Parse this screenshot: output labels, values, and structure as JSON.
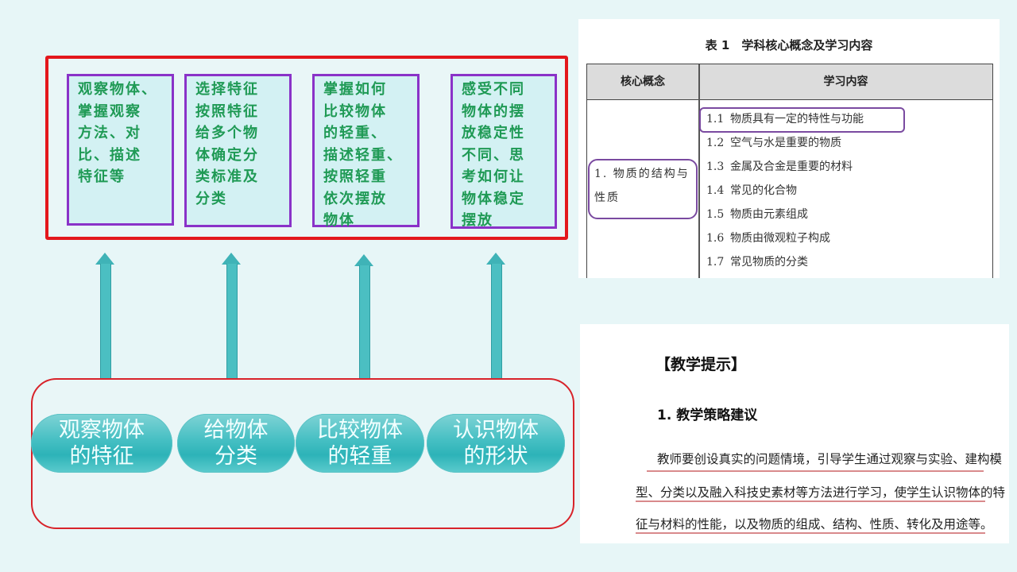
{
  "goals": [
    {
      "text": "观察物体、\n掌握观察\n方法、对\n比、描述\n特征等"
    },
    {
      "text": "选择特征\n按照特征\n给多个物\n体确定分\n类标准及\n分类"
    },
    {
      "text": "掌握如何\n比较物体\n的轻重、\n描述轻重、\n按照轻重\n依次摆放\n物体"
    },
    {
      "text": "感受不同\n物体的摆\n放稳定性\n不同、思\n考如何让\n物体稳定\n摆放"
    }
  ],
  "activities": [
    {
      "label": "观察物体\n的特征"
    },
    {
      "label": "给物体\n分类"
    },
    {
      "label": "比较物体\n的轻重"
    },
    {
      "label": "认识物体\n的形状"
    }
  ],
  "table": {
    "title": "表 1　学科核心概念及学习内容",
    "headers": [
      "核心概念",
      "学习内容"
    ],
    "concept": "1. 物质的结构与性质",
    "items": [
      {
        "num": "1.1",
        "text": "物质具有一定的特性与功能"
      },
      {
        "num": "1.2",
        "text": "空气与水是重要的物质"
      },
      {
        "num": "1.3",
        "text": "金属及合金是重要的材料"
      },
      {
        "num": "1.4",
        "text": "常见的化合物"
      },
      {
        "num": "1.5",
        "text": "物质由元素组成"
      },
      {
        "num": "1.6",
        "text": "物质由微观粒子构成"
      },
      {
        "num": "1.7",
        "text": "常见物质的分类"
      }
    ]
  },
  "hint": {
    "title": "【教学提示】",
    "subtitle": "1. 教学策略建议",
    "lines": [
      "教师要创设真实的问题情境，引导学生通过观察与实验、建构模",
      "型、分类以及融入科技史素材等方法进行学习，使学生认识物体的特",
      "征与材料的性能，以及物质的组成、结构、性质、转化及用途等。"
    ]
  },
  "colors": {
    "frame_red": "#e3171c",
    "goal_border_purple": "#8a32c8",
    "goal_text_green": "#1f9a55",
    "arrow_teal": "#4bbfc2",
    "pill_teal": "#2db3b8",
    "background": "#e7f6f7"
  }
}
